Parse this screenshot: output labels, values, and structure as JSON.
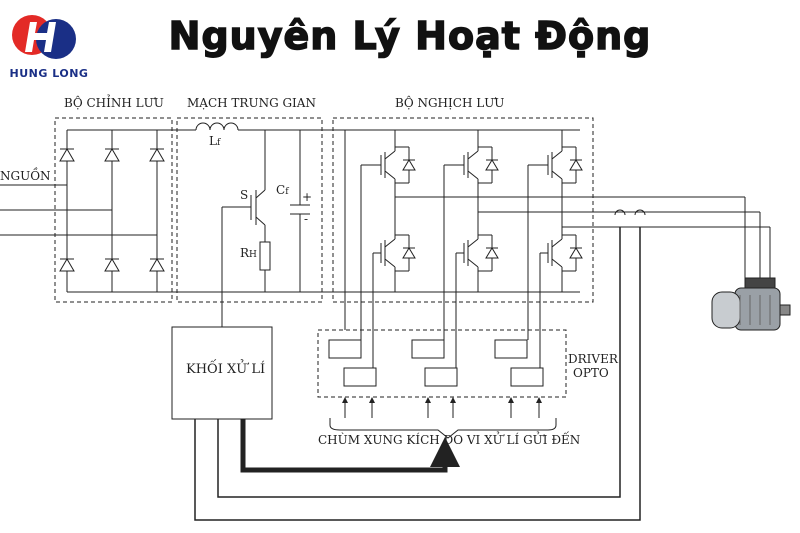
{
  "title": "Nguyên Lý Hoạt Động",
  "logo": {
    "text": "HUNG LONG",
    "mark_letter": "H"
  },
  "colors": {
    "logo_red": "#e32a26",
    "logo_blue": "#1a2f86",
    "line": "#222222"
  },
  "labels": {
    "rectifier": "BỘ CHỈNH LƯU",
    "dc_link": "MẠCH TRUNG GIAN",
    "inverter": "BỘ NGHỊCH LƯU",
    "source": "NGUỒN",
    "inductor": "L",
    "inductor_sub": "f",
    "capacitor": "C",
    "capacitor_sub": "f",
    "plus": "+",
    "minus": "-",
    "switch": "S",
    "resistor": "R",
    "resistor_sub": "H",
    "processor": "KHỐI XỬ LÍ",
    "driver_line1": "DRIVER",
    "driver_line2": "OPTO",
    "pulses": "CHÙM XUNG KÍCH DO VI XỬ LÍ GỬI ĐẾN"
  }
}
